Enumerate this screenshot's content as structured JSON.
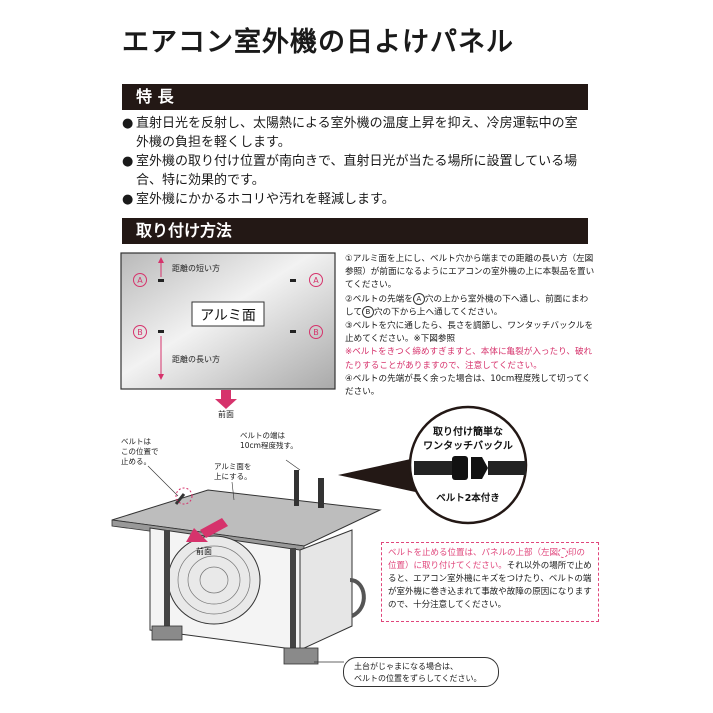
{
  "title": "エアコン室外機の日よけパネル",
  "sections": {
    "features_heading": "特 長",
    "install_heading": "取り付け方法"
  },
  "features": [
    {
      "line1": "直射日光を反射し、太陽熱による室外機の温度上昇を抑え、冷房運転中の室",
      "line2": "外機の負担を軽くします。"
    },
    {
      "line1": "室外機の取り付け位置が南向きで、直射日光が当たる場所に設置している場",
      "line2": "合、特に効果的です。"
    },
    {
      "line1": "室外機にかかるホコリや汚れを軽減します。",
      "line2": ""
    }
  ],
  "bullet": "●",
  "panel": {
    "short_label": "距離の短い方",
    "long_label": "距離の長い方",
    "face_label": "アルミ面",
    "mark_a": "A",
    "mark_b": "B",
    "front_label": "前面"
  },
  "steps": {
    "s1": "①アルミ面を上にし、ベルト穴から端までの距離の長い方（左図参照）が前面になるようにエアコンの室外機の上に本製品を置いてください。",
    "s2a": "②ベルトの先端を",
    "s2b": "穴の上から室外機の下へ通し、前面にまわして",
    "s2c": "穴の下から上へ通してください。",
    "s3": "③ベルトを穴に通したら、長さを調節し、ワンタッチバックルを止めてください。※下図参照",
    "warn": "※ベルトをきつく締めすぎますと、本体に亀裂が入ったり、破れたりすることがありますので、注意してください。",
    "s4": "④ベルトの先端が長く余った場合は、10cm程度残して切ってください。"
  },
  "illustration": {
    "belt_stop_note": "ベルトは\nこの位置で\n止める。",
    "belt_end_note": "ベルトの端は\n10cm程度残す。",
    "alu_up_note": "アルミ面を\n上にする。",
    "front_arrow": "前面",
    "buckle_title1": "取り付け簡単な",
    "buckle_title2": "ワンタッチバックル",
    "belt_count": "ベルト2本付き"
  },
  "note": {
    "warn1": "ベルトを止める位置は、パネルの上部（左図",
    "warn2": "印の位置）に取り付けてください。",
    "rest": "それ以外の場所で止めると、エアコン室外機にキズをつけたり、ベルトの端が室外機に巻き込まれて事故や故障の原因になりますので、十分注意してください。"
  },
  "callout": {
    "line1": "土台がじゃまになる場合は、",
    "line2": "ベルトの位置をずらしてください。"
  },
  "colors": {
    "accent": "#d6336c",
    "bar": "#231815"
  }
}
